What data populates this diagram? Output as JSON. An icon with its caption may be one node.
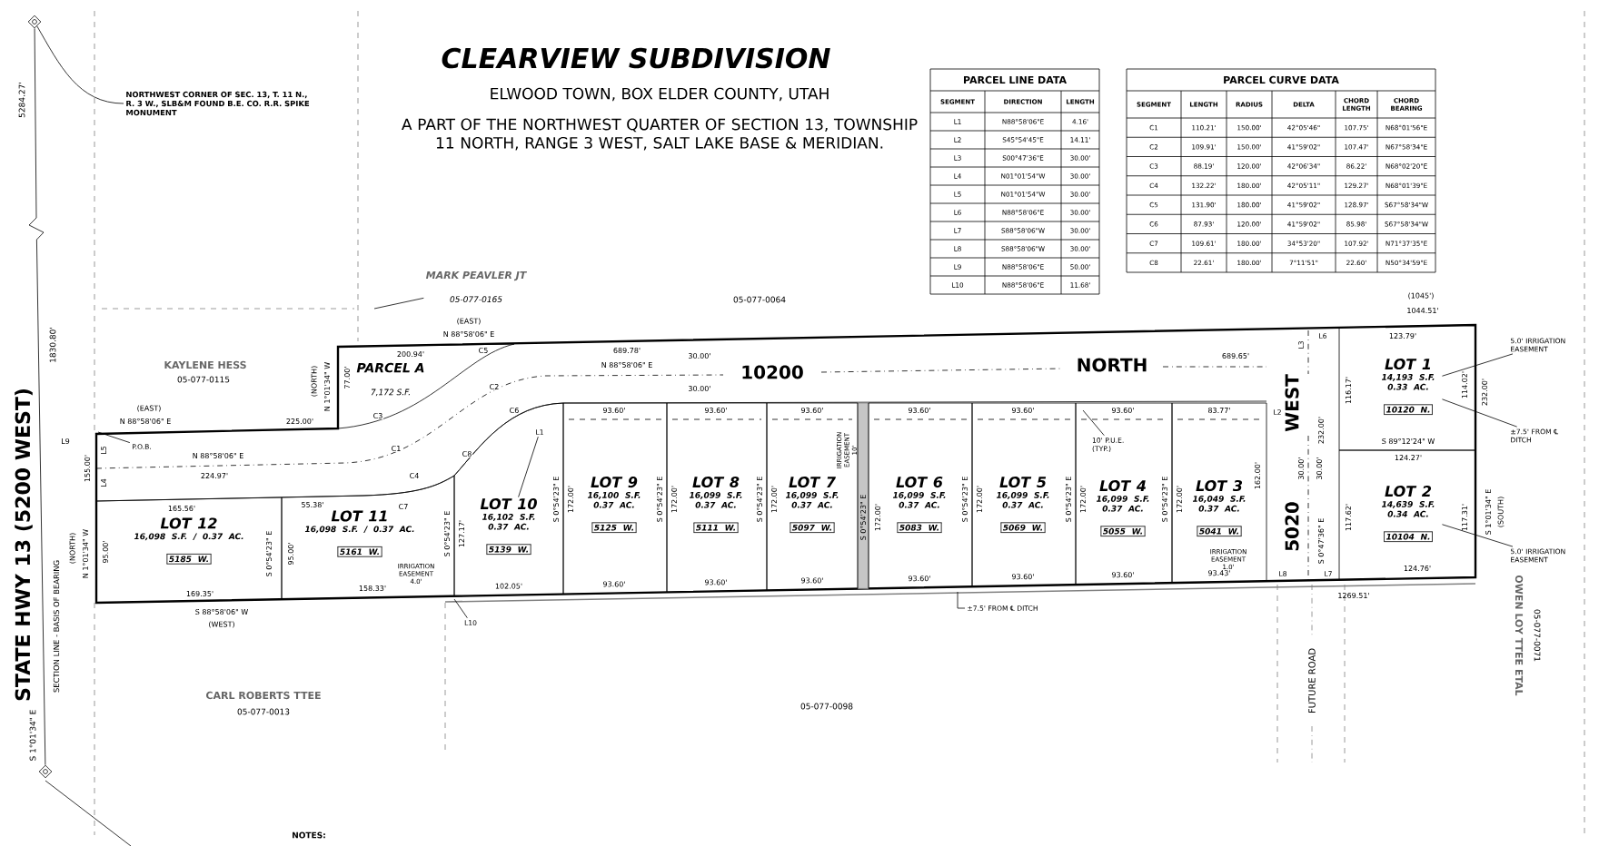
{
  "diagram": {
    "title": "CLEARVIEW SUBDIVISION",
    "nodes": [
      {
        "text": [
          "NORTHWEST CORNER OF SEC. 13, T. 11 N., R. 3 W., SLB&M FOUND B.E. CO. R.R. SPIKE MONUMENT"
        ]
      },
      {
        "text": [],
        "shape": "diamond"
      },
      {
        "text": [
          "MARK PEAVLER JT",
          "05-077-0165"
        ]
      },
      {
        "text": [
          "PARCEL A",
          "7,172 S.F."
        ]
      },
      {
        "text": [
          "P.O.B."
        ]
      },
      {
        "text": [
          "L1"
        ],
        "in": 15
      },
      {
        "text": [
          "LOT 1",
          "14,193 S.F. 0.33 AC.",
          "10120 N."
        ]
      },
      {
        "text": [
          "LOT 2",
          "14,639 S.F. 0.34 AC.",
          "10104 N."
        ]
      },
      {
        "text": [
          "LOT 3",
          "16,049 S.F. 0.37 AC.",
          "5041 W."
        ]
      },
      {
        "text": [
          "LOT 4",
          "16,099 S.F. 0.37 AC.",
          "5055 W."
        ]
      },
      {
        "text": [
          "LOT 5",
          "16,099 S.F. 0.37 AC.",
          "5069 W."
        ]
      },
      {
        "text": [
          "LOT 6",
          "16,099 S.F. 0.37 AC.",
          "5083 W."
        ]
      },
      {
        "text": [
          "LOT 7",
          "16,099 S.F. 0.37 AC.",
          "5097 W."
        ]
      },
      {
        "text": [
          "LOT 8",
          "16,099 S.F. 0.37 AC.",
          "5111 W."
        ]
      },
      {
        "text": [
          "LOT 9",
          "16,100 S.F. 0.37 AC.",
          "5125 W."
        ]
      },
      {
        "text": [
          "LOT 10",
          "16,102 S.F. 0.37 AC.",
          "5139 W."
        ]
      },
      {
        "text": [
          "LOT 11",
          "16,098 S.F. / 0.37 AC.",
          "5161 W."
        ]
      },
      {
        "text": [
          "LOT 12",
          "16,098 S.F. / 0.37 AC.",
          "5185 W."
        ]
      },
      {
        "text": [
          "L10"
        ]
      },
      {
        "text": [
          "10' P.U.E. (TYP.)"
        ],
        "in": 9
      },
      {
        "text": [
          "±7.5' FROM ℄ DITCH"
        ]
      },
      {
        "text": [
          "±7.5' FROM ℄ DITCH"
        ]
      },
      {
        "text": [
          "5.0' IRRIGATION EASEMENT"
        ]
      },
      {
        "text": [
          "5.0' IRRIGATION EASEMENT"
        ]
      },
      {
        "text": [],
        "shape": "diamond"
      }
    ],
    "edges": [
      {
        "from": 0,
        "to": 1,
        "arrow": "none"
      },
      {
        "from": 2,
        "to": null,
        "arrow": "none"
      },
      {
        "from": 4,
        "to": null,
        "arrow": "none"
      },
      {
        "from": 5,
        "to": 15,
        "arrow": "none"
      },
      {
        "from": 18,
        "to": null,
        "arrow": "none"
      },
      {
        "from": 19,
        "to": null,
        "arrow": "none"
      },
      {
        "from": 20,
        "to": null,
        "arrow": "none"
      },
      {
        "from": 21,
        "to": 6,
        "arrow": "none"
      },
      {
        "from": 22,
        "to": 6,
        "arrow": "none"
      },
      {
        "from": 23,
        "to": 7,
        "arrow": "none"
      },
      {
        "from": 1,
        "to": 24,
        "arrow": "none"
      }
    ],
    "labels": [
      "ELWOOD TOWN, BOX ELDER COUNTY, UTAH",
      "A PART OF THE NORTHWEST QUARTER OF SECTION 13, TOWNSHIP 11 NORTH, RANGE 3 WEST, SALT LAKE BASE & MERIDIAN.",
      "PARCEL LINE DATA",
      "SEGMENT",
      "DIRECTION",
      "LENGTH",
      "L1",
      "N88°58'06\"E",
      "4.16'",
      "L2",
      "S45°54'45\"E",
      "14.11'",
      "L3",
      "S00°47'36\"E",
      "30.00'",
      "L4",
      "N01°01'54\"W",
      "30.00'",
      "L5",
      "N01°01'54\"W",
      "30.00'",
      "L6",
      "N88°58'06\"E",
      "30.00'",
      "L7",
      "S88°58'06\"W",
      "30.00'",
      "L8",
      "S88°58'06\"W",
      "30.00'",
      "L9",
      "N88°58'06\"E",
      "50.00'",
      "L10",
      "N88°58'06\"E",
      "11.68'",
      "PARCEL CURVE DATA",
      "SEGMENT",
      "LENGTH",
      "RADIUS",
      "DELTA",
      "CHORD LENGTH",
      "CHORD BEARING",
      "C1",
      "110.21'",
      "150.00'",
      "42°05'46\"",
      "107.75'",
      "N68°01'56\"E",
      "C2",
      "109.91'",
      "150.00'",
      "41°59'02\"",
      "107.47'",
      "N67°58'34\"E",
      "C3",
      "88.19'",
      "120.00'",
      "42°06'34\"",
      "86.22'",
      "N68°02'20\"E",
      "C4",
      "132.22'",
      "180.00'",
      "42°05'11\"",
      "129.27'",
      "N68°01'39\"E",
      "C5",
      "131.90'",
      "180.00'",
      "41°59'02\"",
      "128.97'",
      "S67°58'34\"W",
      "C6",
      "87.93'",
      "120.00'",
      "41°59'02\"",
      "85.98'",
      "S67°58'34\"W",
      "C7",
      "109.61'",
      "180.00'",
      "34°53'20\"",
      "107.92'",
      "N71°37'35\"E",
      "C8",
      "22.61'",
      "180.00'",
      "7°11'51\"",
      "22.60'",
      "N50°34'59\"E",
      "5284.27'",
      "STATE HWY 13 (5200 WEST)",
      "1830.80'",
      "SECTION LINE - BASIS OF BEARING",
      "S 1°01'34\" E",
      "(NORTH)",
      "N 1°01'34\" W",
      "155.00'",
      "L9",
      "L5",
      "L4",
      "(EAST)",
      "N 88°58'06\" E",
      "225.00'",
      "N 88°58'06\" E",
      "224.97'",
      "165.56'",
      "55.38'",
      "95.00'",
      "S 0°54'23\" E",
      "95.00'",
      "169.35'",
      "S 88°58'06\" W",
      "(WEST)",
      "IRRIGATION EASEMENT 4.0'",
      "158.33'",
      "(NORTH)",
      "N 1°01'34\" W",
      "77.00'",
      "(EAST)",
      "N 88°58'06\" E",
      "200.94'",
      "C5",
      "C2",
      "C3",
      "C1",
      "C6",
      "C8",
      "C4",
      "C7",
      "689.78'",
      "N 88°58'06\" E",
      "30.00'",
      "30.00'",
      "10200",
      "NORTH",
      "689.65'",
      "93.60'",
      "93.60'",
      "93.60'",
      "93.60'",
      "93.60'",
      "93.60'",
      "83.77'",
      "S 0°54'23\" E",
      "127.17'",
      "S 0°54'23\" E",
      "172.00'",
      "S 0°54'23\" E",
      "172.00'",
      "S 0°54'23\" E",
      "172.00'",
      "S 0°54'23\" E",
      "172.00'",
      "S 0°54'23\" E",
      "172.00'",
      "S 0°54'23\" E",
      "172.00'",
      "S 0°54'23\" E",
      "172.00'",
      "162.00'",
      "102.05'",
      "93.60'",
      "93.60'",
      "93.60'",
      "93.60'",
      "93.60'",
      "93.60'",
      "93.43'",
      "IRRIGATION EASEMENT 10'",
      "IRRIGATION EASEMENT 1.0'",
      "WEST",
      "5020",
      "232.00'",
      "30.00'",
      "30.00'",
      "S 0°47'36\" E",
      "L3",
      "L2",
      "L6",
      "L8",
      "L7",
      "FUTURE ROAD",
      "(1045')",
      "1044.51'",
      "123.79'",
      "116.17'",
      "114.02'",
      "232.00'",
      "S 89°12'24\" W",
      "124.27'",
      "117.62'",
      "117.31'",
      "124.76'",
      "S 1°01'34\" E",
      "(SOUTH)",
      "1269.51'",
      "KAYLENE HESS",
      "05-077-0115",
      "05-077-0064",
      "CARL ROBERTS TTEE",
      "05-077-0013",
      "05-077-0098",
      "OWEN LOY TTEE ETAL",
      "05-077-0071",
      "NOTES:"
    ]
  }
}
